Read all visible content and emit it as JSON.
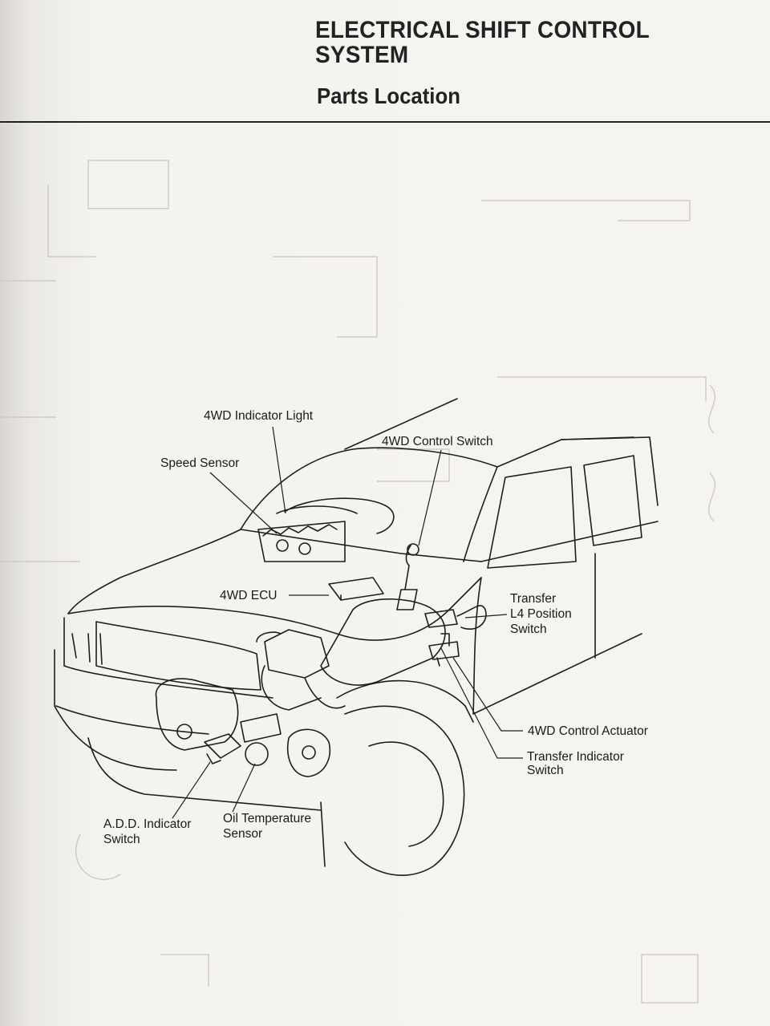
{
  "header": {
    "title_line1": "ELECTRICAL SHIFT CONTROL",
    "title_line2": "SYSTEM",
    "subtitle": "Parts Location"
  },
  "labels": {
    "indicator_light": "4WD Indicator Light",
    "control_switch": "4WD Control Switch",
    "speed_sensor": "Speed Sensor",
    "ecu": "4WD ECU",
    "transfer_l4_line1": "Transfer",
    "transfer_l4_line2": "L4 Position",
    "transfer_l4_line3": "Switch",
    "control_actuator": "4WD Control Actuator",
    "transfer_indicator_line1": "Transfer Indicator",
    "transfer_indicator_line2": "Switch",
    "add_switch_line1": "A.D.D. Indicator",
    "add_switch_line2": "Switch",
    "oil_temp_line1": "Oil Temperature",
    "oil_temp_line2": "Sensor"
  },
  "colors": {
    "ink": "#1e1e1e",
    "paper": "#f3f1ee",
    "bleed": "#c9c6c2"
  }
}
